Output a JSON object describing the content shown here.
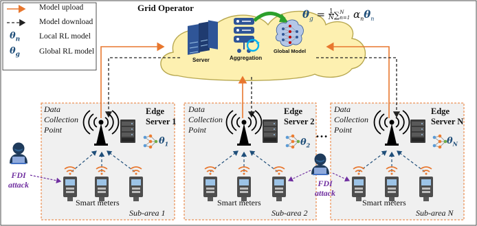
{
  "colors": {
    "upload_arrow": "#e8772e",
    "download_arrow": "#222222",
    "cloud_fill": "#fdf0b0",
    "cloud_stroke": "#b8a850",
    "area_border": "#e8772e",
    "area_fill": "#f0f0f0",
    "fdi_text": "#7030a0",
    "theta_text": "#2e75b6",
    "signal_orange": "#e8772e",
    "green_arrow": "#2ca02c"
  },
  "legend": {
    "upload_label": "Model upload",
    "download_label": "Model download",
    "local_symbol": "θ",
    "local_sub": "n",
    "local_label": "Local RL model",
    "global_symbol": "θ",
    "global_sub": "g",
    "global_label": "Global RL model"
  },
  "cloud": {
    "title": "Grid Operator",
    "server_label": "Server",
    "aggregation_label": "Aggregation",
    "global_model_label": "Global Model",
    "formula_lhs": "θ",
    "formula_lhs_sub": "g",
    "formula_eq": " = ",
    "formula_frac_num": "1",
    "formula_frac_den": "N",
    "formula_sum": "∑",
    "formula_sum_top": "N",
    "formula_sum_bottom": "n=1",
    "formula_alpha": " α",
    "formula_alpha_sub": "n",
    "formula_theta": "θ",
    "formula_theta_sub": "n"
  },
  "areas": [
    {
      "dcp_line1": "Data",
      "dcp_line2": "Collection",
      "dcp_line3": "Point",
      "edge_line1": "Edge",
      "edge_line2": "Server 1",
      "theta": "θ",
      "theta_sub": "1",
      "meters_label": "Smart meters",
      "subarea": "Sub-area 1"
    },
    {
      "dcp_line1": "Data",
      "dcp_line2": "Collection",
      "dcp_line3": "Point",
      "edge_line1": "Edge",
      "edge_line2": "Server 2",
      "theta": "θ",
      "theta_sub": "2",
      "meters_label": "Smart meters",
      "subarea": "Sub-area 2"
    },
    {
      "dcp_line1": "Data",
      "dcp_line2": "Collection",
      "dcp_line3": "Point",
      "edge_line1": "Edge",
      "edge_line2": "Server N",
      "theta": "θ",
      "theta_sub": "N",
      "meters_label": "Smart meters",
      "subarea": "Sub-area N"
    }
  ],
  "ellipsis": "…",
  "fdi": {
    "line1": "FDI",
    "line2": "attack"
  },
  "icons": {
    "tower": "antenna-tower-icon",
    "edge_server": "server-rack-icon",
    "neural_net": "neural-network-icon",
    "smart_meter": "smart-meter-icon",
    "hacker": "hacker-icon",
    "cloud_server": "server-cluster-icon",
    "aggregation": "aggregation-icon",
    "global_model": "global-model-icon"
  }
}
